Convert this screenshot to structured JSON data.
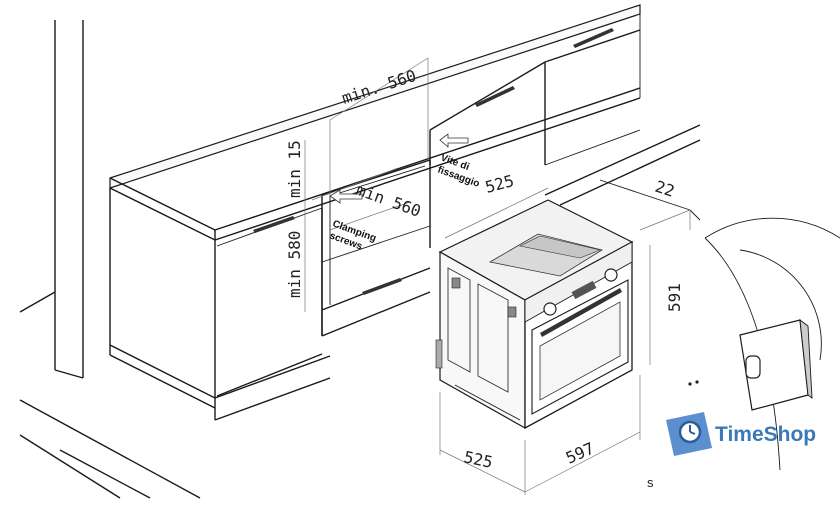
{
  "dimensions": {
    "niche_width_top": "min. 560",
    "niche_width_inner": "min 560",
    "niche_top_gap": "min 15",
    "niche_height": "min 580",
    "depth_top": "525",
    "depth_bottom": "525",
    "width_front": "597",
    "height_front": "591",
    "panel_thickness": "22"
  },
  "notes": {
    "fixing_screws_it": [
      "Vite di",
      "fissaggio"
    ],
    "clamping_screws": [
      "Clamping",
      "screws"
    ]
  },
  "watermark": {
    "brand": "TimeShop",
    "color": "#3a78b8"
  },
  "fragment": "s"
}
